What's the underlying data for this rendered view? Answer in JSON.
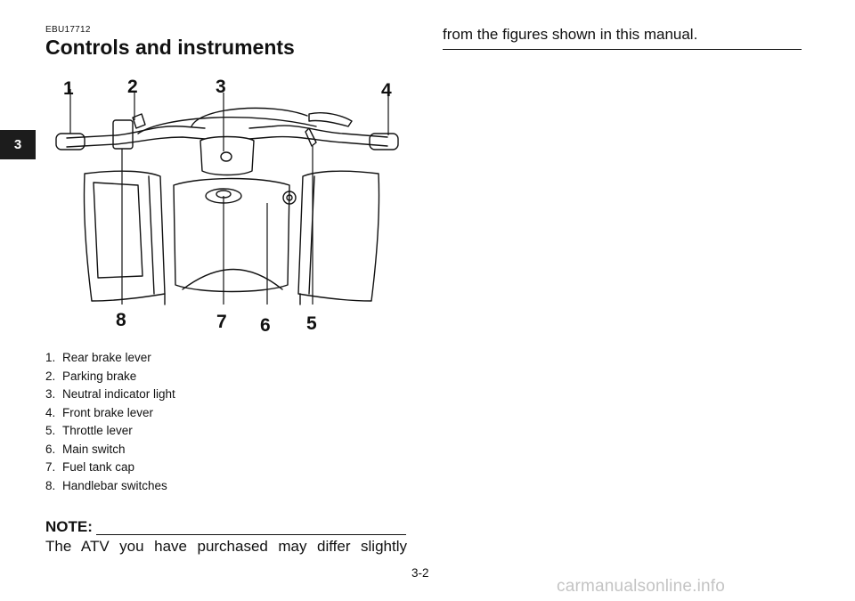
{
  "chapter_tab": "3",
  "doc_code": "EBU17712",
  "section_title": "Controls and instruments",
  "figure": {
    "callouts": [
      "1",
      "2",
      "3",
      "4",
      "5",
      "6",
      "7",
      "8"
    ]
  },
  "legend": [
    {
      "number": "1.",
      "label": "Rear brake lever"
    },
    {
      "number": "2.",
      "label": "Parking brake"
    },
    {
      "number": "3.",
      "label": "Neutral indicator light"
    },
    {
      "number": "4.",
      "label": "Front brake lever"
    },
    {
      "number": "5.",
      "label": "Throttle lever"
    },
    {
      "number": "6.",
      "label": "Main switch"
    },
    {
      "number": "7.",
      "label": "Fuel tank cap"
    },
    {
      "number": "8.",
      "label": "Handlebar switches"
    }
  ],
  "note": {
    "label": "NOTE:",
    "text": "The ATV you have purchased may differ slightly"
  },
  "right_column": {
    "text": "from the figures shown in this manual."
  },
  "page_number": "3-2",
  "watermark": "carmanualsonline.info"
}
